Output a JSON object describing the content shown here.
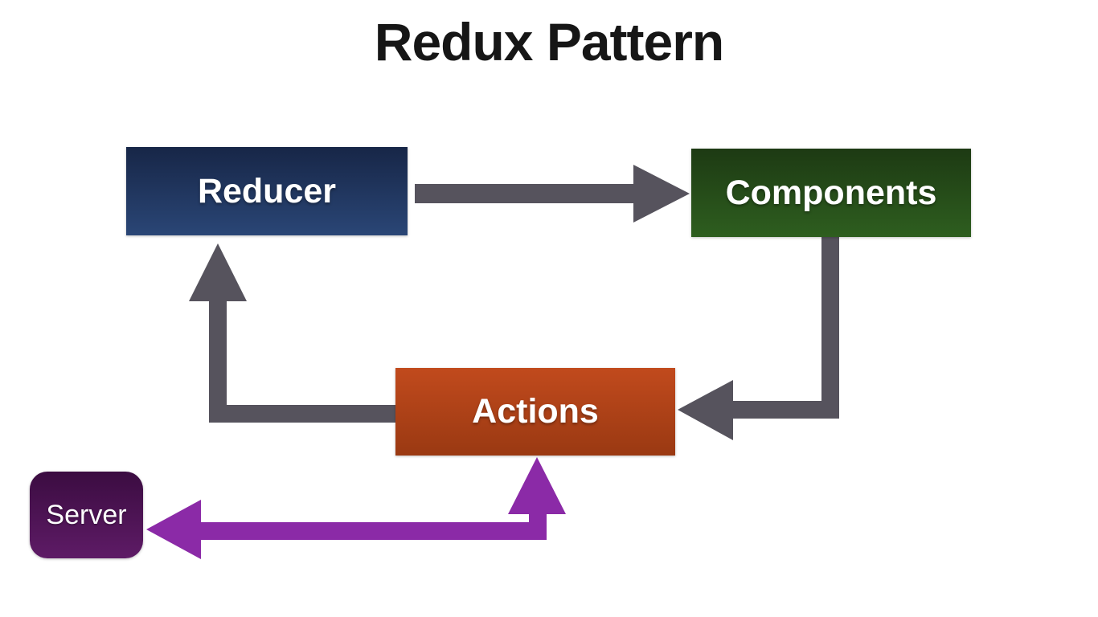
{
  "title": "Redux Pattern",
  "nodes": [
    {
      "id": "reducer",
      "label": "Reducer",
      "fill_top": "#172647",
      "fill_bottom": "#2a4676"
    },
    {
      "id": "components",
      "label": "Components",
      "fill_top": "#1d3a13",
      "fill_bottom": "#2e5e1f"
    },
    {
      "id": "actions",
      "label": "Actions",
      "fill_top": "#c14a1d",
      "fill_bottom": "#9a3912"
    },
    {
      "id": "server",
      "label": "Server",
      "fill_top": "#3b0c41",
      "fill_bottom": "#5e1b66"
    }
  ],
  "edges": [
    {
      "from": "Reducer",
      "to": "Components",
      "color_name": "gray"
    },
    {
      "from": "Components",
      "to": "Actions",
      "color_name": "gray"
    },
    {
      "from": "Actions",
      "to": "Reducer",
      "color_name": "gray"
    },
    {
      "from": "Actions",
      "to": "Server",
      "color_name": "purple"
    }
  ],
  "colors": {
    "background": "#ffffff",
    "title_text": "#161616",
    "node_text": "#ffffff",
    "arrow_gray": "#56535d",
    "arrow_purple": "#8b2aa7"
  }
}
